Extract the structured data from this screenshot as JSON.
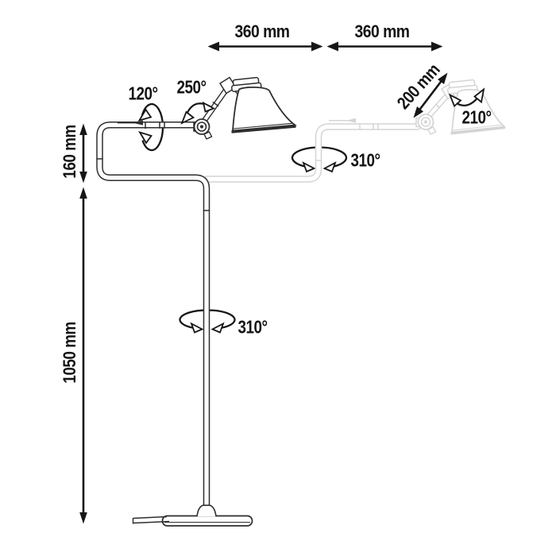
{
  "drawing": {
    "kind": "floor-lamp-dimension-diagram",
    "colors": {
      "ink": "#2e2e2e",
      "annotation": "#161616",
      "ghost": "#d4d4d4",
      "background": "#ffffff"
    },
    "dimensions": {
      "arm_span_left": "360 mm",
      "arm_span_right": "360 mm",
      "forearm": "200 mm",
      "riser": "160 mm",
      "pole": "1050 mm"
    },
    "rotations": {
      "arm_axis": "120°",
      "elbow": "250°",
      "shade": "210°",
      "upper_tube": "310°",
      "pole": "310°"
    }
  }
}
